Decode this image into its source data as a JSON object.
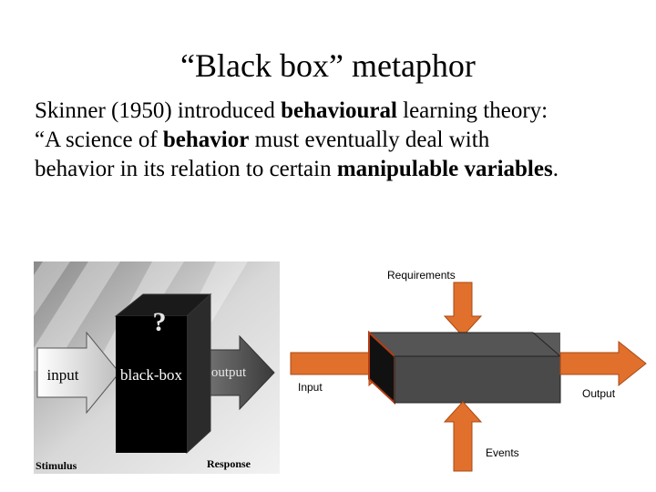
{
  "slide": {
    "title": "“Black box” metaphor",
    "paragraph": {
      "line1_a": "Skinner (1950) introduced ",
      "line1_b": "behavioural",
      "line1_c": " learning theory:",
      "line2_a": "“A science of ",
      "line2_b": "behavior",
      "line2_c": " must eventually deal with",
      "line3_a": "behavior in its relation to certain ",
      "line3_b": "manipulable variables",
      "line3_c": "."
    }
  },
  "figure_left": {
    "question_mark": "?",
    "box_label": "black-box",
    "input_label": "input",
    "output_label": "output",
    "stimulus_label": "Stimulus",
    "response_label": "Response"
  },
  "figure_right": {
    "requirements_label": "Requirements",
    "input_label": "Input",
    "output_label": "Output",
    "events_label": "Events",
    "arrow_color": "#e0702c",
    "box_color": "#4a4a4a"
  }
}
